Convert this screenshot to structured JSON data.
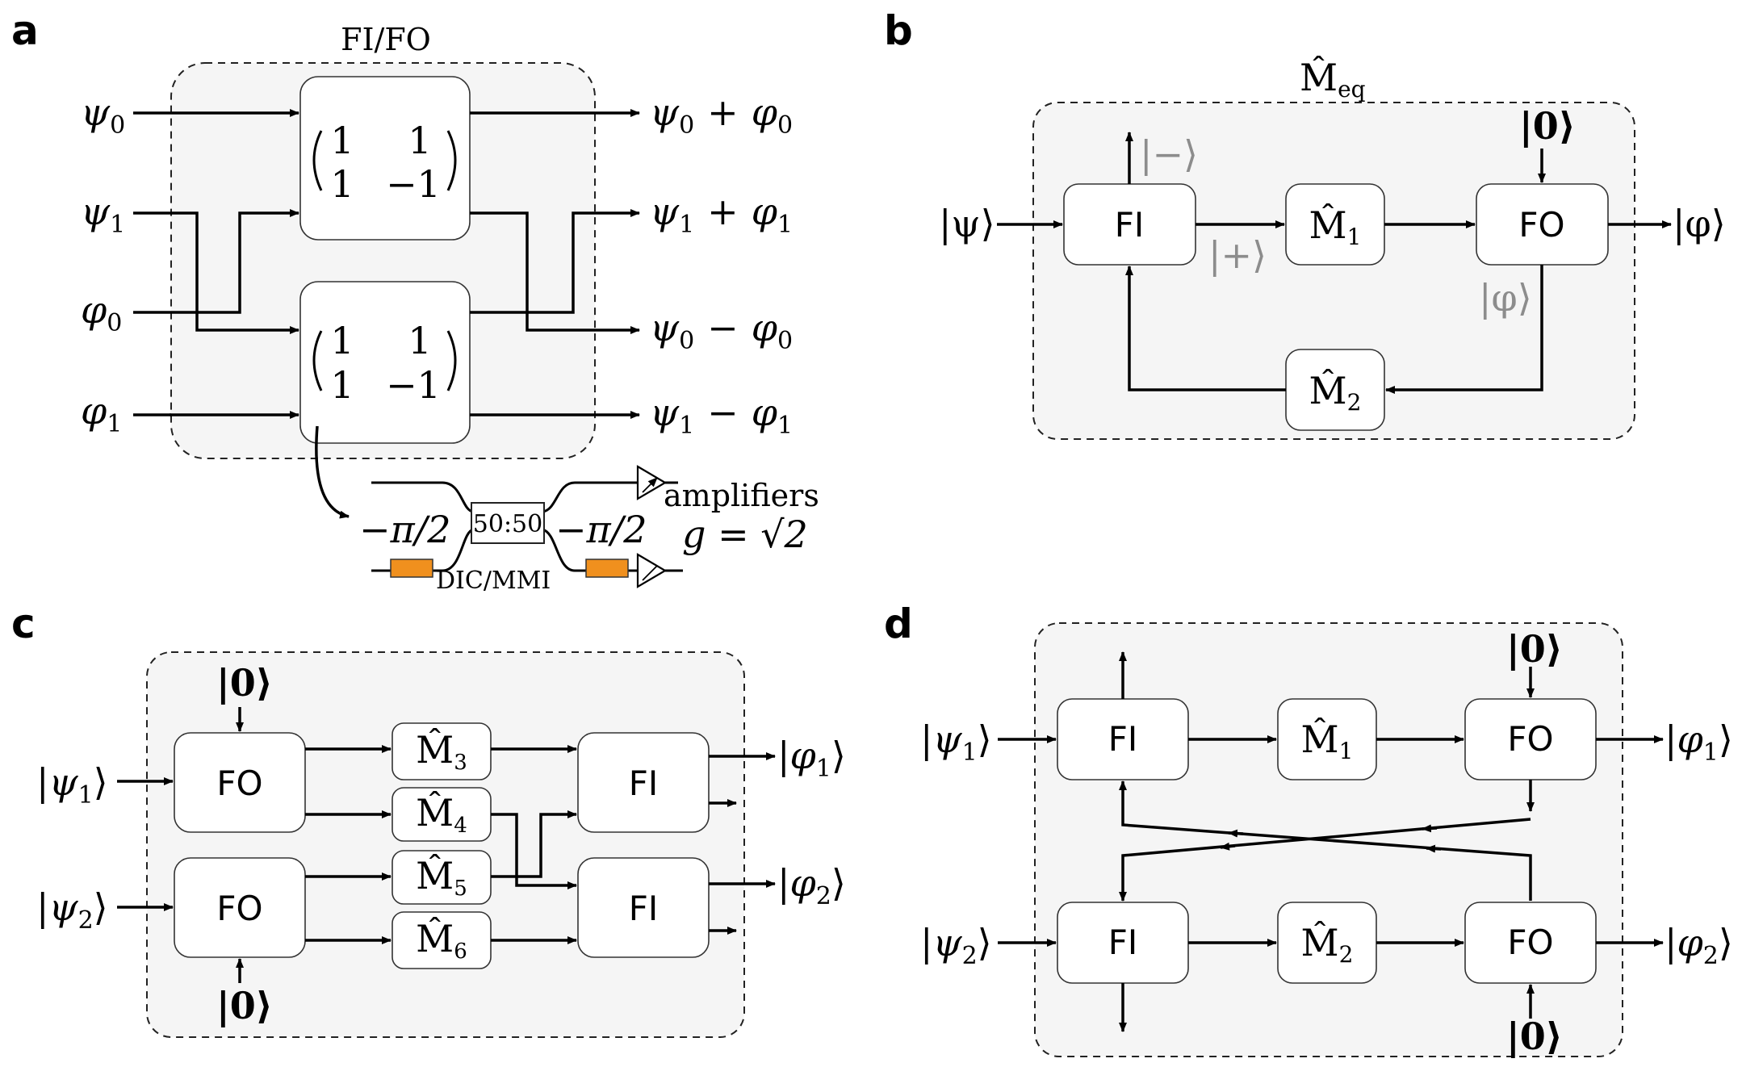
{
  "panels": {
    "a": "a",
    "b": "b",
    "c": "c",
    "d": "d"
  },
  "a": {
    "title": "FI/FO",
    "inputs": [
      "ψ",
      "ψ",
      "φ",
      "φ"
    ],
    "input_subs": [
      "0",
      "1",
      "0",
      "1"
    ],
    "matrix": {
      "r1c1": "1",
      "r1c2": "1",
      "r2c1": "1",
      "r2c2": "−1"
    },
    "outputs": [
      {
        "a": "ψ",
        "as": "0",
        "op": "+",
        "b": "φ",
        "bs": "0"
      },
      {
        "a": "ψ",
        "as": "1",
        "op": "+",
        "b": "φ",
        "bs": "1"
      },
      {
        "a": "ψ",
        "as": "0",
        "op": "−",
        "b": "φ",
        "bs": "0"
      },
      {
        "a": "ψ",
        "as": "1",
        "op": "−",
        "b": "φ",
        "bs": "1"
      }
    ],
    "inset": {
      "coupler": "50:50",
      "phase": "−π/2",
      "coupler_label": "DIC/MMI",
      "amp_label": "amplifiers",
      "gain": "g = √2"
    }
  },
  "b": {
    "title": "M̂",
    "title_sub": "eq",
    "input": "|ψ⟩",
    "output": "|φ⟩",
    "fi": "FI",
    "fo": "FO",
    "m1": "M̂",
    "m1_sub": "1",
    "m2": "M̂",
    "m2_sub": "2",
    "zero": "|0⟩",
    "minus": "|−⟩",
    "plus": "|+⟩",
    "phi_gray": "|φ⟩"
  },
  "c": {
    "in1": "|ψ",
    "in1_sub": "1",
    "in2": "|ψ",
    "in2_sub": "2",
    "out1": "|φ",
    "out1_sub": "1",
    "out2": "|φ",
    "out2_sub": "2",
    "ket_close": "⟩",
    "fo": "FO",
    "fi": "FI",
    "zero": "|0⟩",
    "m": "M̂",
    "m_subs": [
      "3",
      "4",
      "5",
      "6"
    ]
  },
  "d": {
    "in1": "|ψ",
    "in1_sub": "1",
    "in2": "|ψ",
    "in2_sub": "2",
    "out1": "|φ",
    "out1_sub": "1",
    "out2": "|φ",
    "out2_sub": "2",
    "ket_close": "⟩",
    "fi": "FI",
    "fo": "FO",
    "zero": "|0⟩",
    "m": "M̂",
    "m_subs": [
      "1",
      "2"
    ]
  },
  "colors": {
    "phase_shifter": "#f0901e",
    "box_fill": "#ffffff",
    "frame_fill": "#f5f5f5",
    "gray_text": "#8c8c8c"
  }
}
